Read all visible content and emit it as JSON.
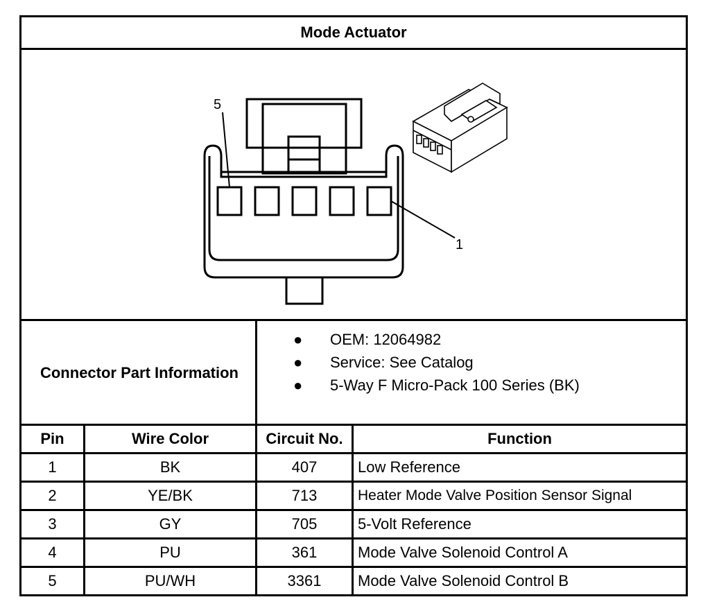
{
  "title": "Mode Actuator",
  "figure": {
    "callouts": [
      "5",
      "1"
    ]
  },
  "connector_info": {
    "label": "Connector Part Information",
    "items": [
      "OEM: 12064982",
      "Service: See Catalog",
      "5-Way F Micro-Pack 100 Series (BK)"
    ]
  },
  "table": {
    "headers": [
      "Pin",
      "Wire Color",
      "Circuit No.",
      "Function"
    ],
    "rows": [
      [
        "1",
        "BK",
        "407",
        "Low Reference"
      ],
      [
        "2",
        "YE/BK",
        "713",
        "Heater Mode Valve Position Sensor Signal"
      ],
      [
        "3",
        "GY",
        "705",
        "5-Volt Reference"
      ],
      [
        "4",
        "PU",
        "361",
        "Mode Valve Solenoid Control A"
      ],
      [
        "5",
        "PU/WH",
        "3361",
        "Mode Valve Solenoid Control B"
      ]
    ]
  }
}
